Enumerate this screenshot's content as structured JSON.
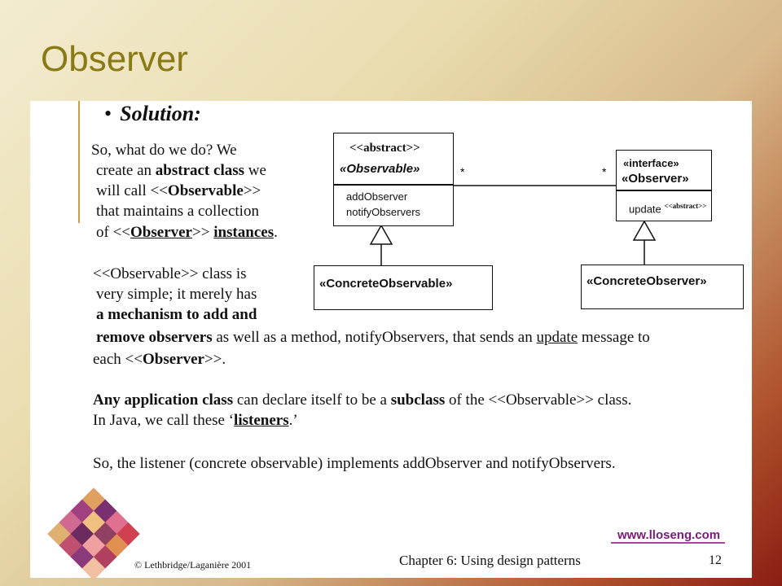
{
  "slide": {
    "title": "Observer",
    "bullet_symbol": "•",
    "bullet_label": "Solution:",
    "footer": {
      "copyright": "© Lethbridge/Laganière 2001",
      "chapter": "Chapter 6: Using design patterns",
      "page": "12",
      "website": "www.lloseng.com"
    }
  },
  "body": {
    "p1": {
      "l1": "So, what do we do?  We",
      "l2a": "create an ",
      "l2b": "abstract class",
      "l2c": " we",
      "l3a": "will call <<",
      "l3b": "Observable",
      "l3c": ">>",
      "l4": "that maintains a collection",
      "l5a": "of <<",
      "l5b": "Observer",
      "l5c": ">>  ",
      "l5d": "instances",
      "l5e": "."
    },
    "p2": {
      "l1": "<<Observable>> class is",
      "l2": "very simple;  it merely has",
      "l3": "a mechanism to add and",
      "l4a": "remove observers",
      "l4b": " as well as a method, notifyObservers, that sends an ",
      "l4c": "update",
      "l4d": " message  to",
      "l5a": "each <<",
      "l5b": "Observer",
      "l5c": ">>."
    },
    "p3": {
      "l1a": "Any application class",
      "l1b": " can declare itself ",
      "l1c": "to be a ",
      "l1d": "subclass",
      "l1e": " of the <<Observable>> class.",
      "l2a": "In Java, we call these ‘",
      "l2b": "listeners",
      "l2c": ".’"
    },
    "p4": "So, the listener (concrete observable) implements addObserver and notifyObservers."
  },
  "diagram": {
    "observable": {
      "stereotype": "<<abstract>>",
      "name": "«Observable»",
      "ops": [
        "addObserver",
        "notifyObservers"
      ]
    },
    "observer": {
      "stereotype": "«interface»",
      "name": "«Observer»",
      "op": "update",
      "op_stereotype": "<<abstract>>"
    },
    "concrete_observable": "«ConcreteObservable»",
    "concrete_observer": "«ConcreteObserver»",
    "multiplicity_left": "*",
    "multiplicity_right": "*"
  }
}
